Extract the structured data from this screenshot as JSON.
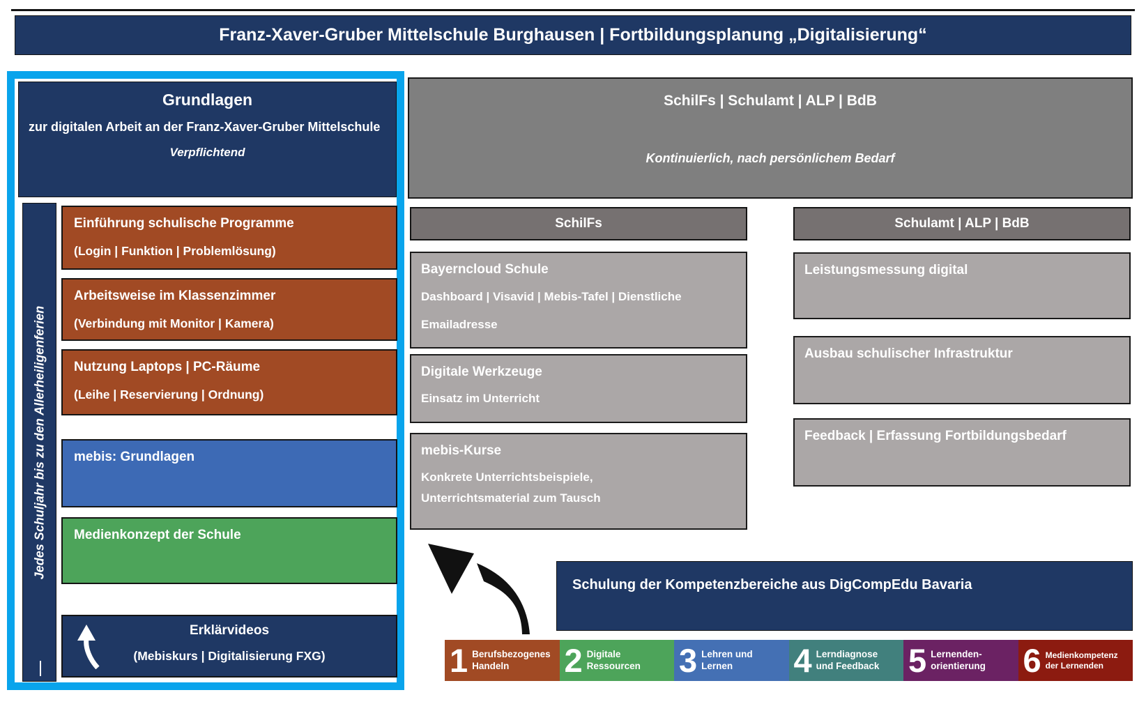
{
  "colors": {
    "navy": "#1F3864",
    "cyan": "#09A4EC",
    "brown": "#A14A24",
    "blue": "#3D6AB5",
    "green": "#4DA45A",
    "gray": "#7F7F7F",
    "gray_dark": "#767171",
    "gray_light": "#ABA7A7",
    "teal": "#41807D",
    "seg_blue": "#4470B4",
    "purple": "#6B2263",
    "dark_red": "#8C1B10"
  },
  "banner": {
    "title": "Franz-Xaver-Gruber Mittelschule Burghausen | Fortbildungsplanung „Digitalisierung“"
  },
  "left_panel": {
    "header": {
      "title": "Grundlagen",
      "subtitle": "zur digitalen Arbeit an der Franz-Xaver-Gruber Mittelschule",
      "note": "Verpflichtend"
    },
    "side_label": "Jedes Schuljahr bis zu den Allerheiligenferien",
    "boxes": [
      {
        "title": "Einführung schulische Programme",
        "subtitle": "(Login | Funktion | Problemlösung)",
        "color": "#A14A24"
      },
      {
        "title": "Arbeitsweise im Klassenzimmer",
        "subtitle": "(Verbindung mit Monitor | Kamera)",
        "color": "#A14A24"
      },
      {
        "title": "Nutzung Laptops | PC-Räume",
        "subtitle": "(Leihe | Reservierung | Ordnung)",
        "color": "#A14A24"
      },
      {
        "title": "mebis: Grundlagen",
        "color": "#3D6AB5"
      },
      {
        "title": "Medienkonzept der Schule",
        "color": "#4DA45A"
      }
    ],
    "videos_box": {
      "title": "Erklärvideos",
      "subtitle": "(Mebiskurs | Digitalisierung FXG)"
    }
  },
  "continuous_box": {
    "title": "SchilFs | Schulamt | ALP | BdB",
    "note": "Kontinuierlich, nach persönlichem Bedarf"
  },
  "schilfs_column": {
    "header": "SchilFs",
    "boxes": [
      {
        "title": "Bayerncloud Schule",
        "body": "Dashboard | Visavid | Mebis-Tafel | Dienstliche Emailadresse"
      },
      {
        "title": "Digitale Werkzeuge",
        "body": "Einsatz im Unterricht"
      },
      {
        "title": "mebis-Kurse",
        "body": "Konkrete Unterrichtsbeispiele, Unterrichtsmaterial zum Tausch"
      }
    ]
  },
  "schulamt_column": {
    "header": "Schulamt | ALP | BdB",
    "boxes": [
      {
        "title": "Leistungsmessung digital"
      },
      {
        "title": "Ausbau schulischer Infrastruktur"
      },
      {
        "title": "Feedback | Erfassung Fortbildungsbedarf"
      }
    ]
  },
  "digcompedu": {
    "title": "Schulung der Kompetenzbereiche aus DigCompEdu Bavaria",
    "segments": [
      {
        "number": "1",
        "label_line1": "Berufsbezogenes",
        "label_line2": "Handeln",
        "color": "#A14A24"
      },
      {
        "number": "2",
        "label_line1": "Digitale",
        "label_line2": "Ressourcen",
        "color": "#4DA45A"
      },
      {
        "number": "3",
        "label_line1": "Lehren und",
        "label_line2": "Lernen",
        "color": "#4470B4"
      },
      {
        "number": "4",
        "label_line1": "Lerndiagnose",
        "label_line2": "und Feedback",
        "color": "#41807D"
      },
      {
        "number": "5",
        "label_line1": "Lernenden-",
        "label_line2": "orientierung",
        "color": "#6B2263"
      },
      {
        "number": "6",
        "label_line1": "Medienkompetenz",
        "label_line2": "der Lernenden",
        "color": "#8C1B10"
      }
    ]
  }
}
